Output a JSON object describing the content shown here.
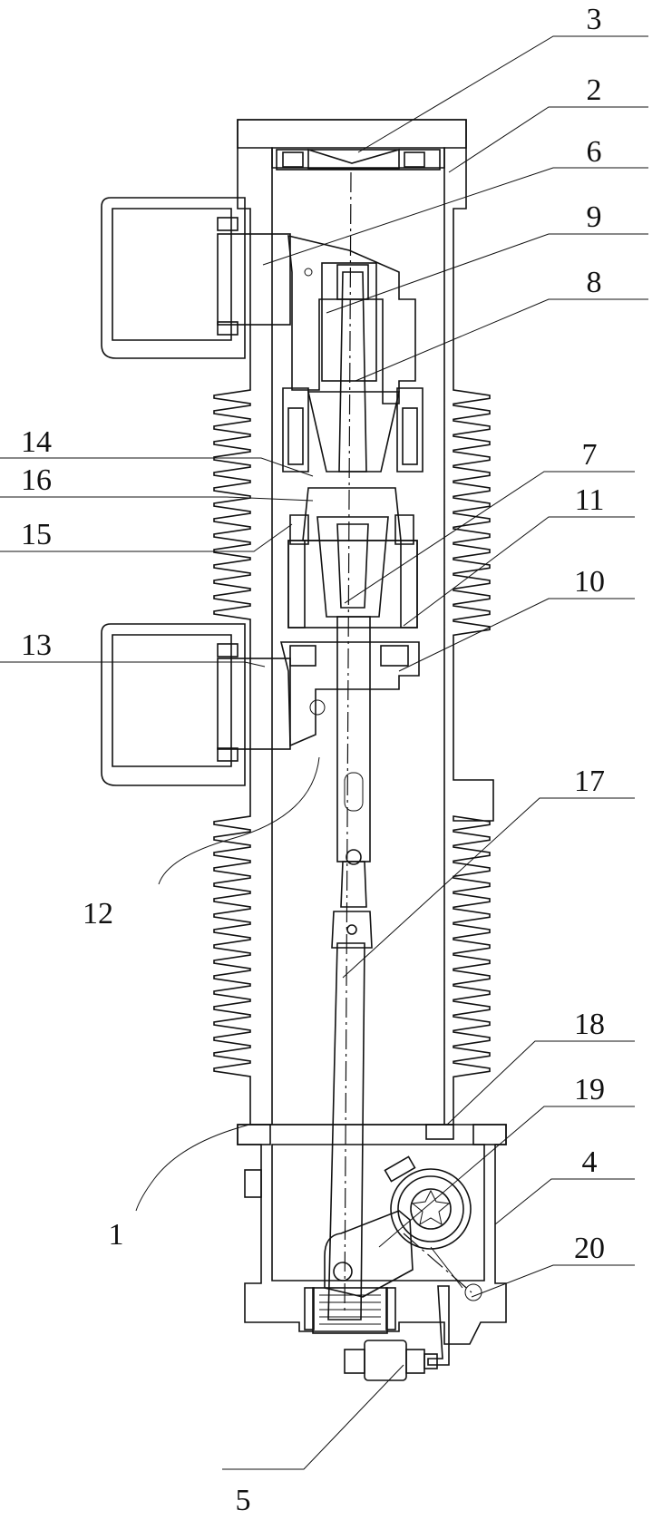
{
  "callouts": [
    {
      "id": "c1",
      "label": "1"
    },
    {
      "id": "c2",
      "label": "2"
    },
    {
      "id": "c3",
      "label": "3"
    },
    {
      "id": "c4",
      "label": "4"
    },
    {
      "id": "c5",
      "label": "5"
    },
    {
      "id": "c6",
      "label": "6"
    },
    {
      "id": "c7",
      "label": "7"
    },
    {
      "id": "c8",
      "label": "8"
    },
    {
      "id": "c9",
      "label": "9"
    },
    {
      "id": "c10",
      "label": "10"
    },
    {
      "id": "c11",
      "label": "11"
    },
    {
      "id": "c12",
      "label": "12"
    },
    {
      "id": "c13",
      "label": "13"
    },
    {
      "id": "c14",
      "label": "14"
    },
    {
      "id": "c15",
      "label": "15"
    },
    {
      "id": "c16",
      "label": "16"
    },
    {
      "id": "c17",
      "label": "17"
    },
    {
      "id": "c18",
      "label": "18"
    },
    {
      "id": "c19",
      "label": "19"
    },
    {
      "id": "c20",
      "label": "20"
    }
  ]
}
